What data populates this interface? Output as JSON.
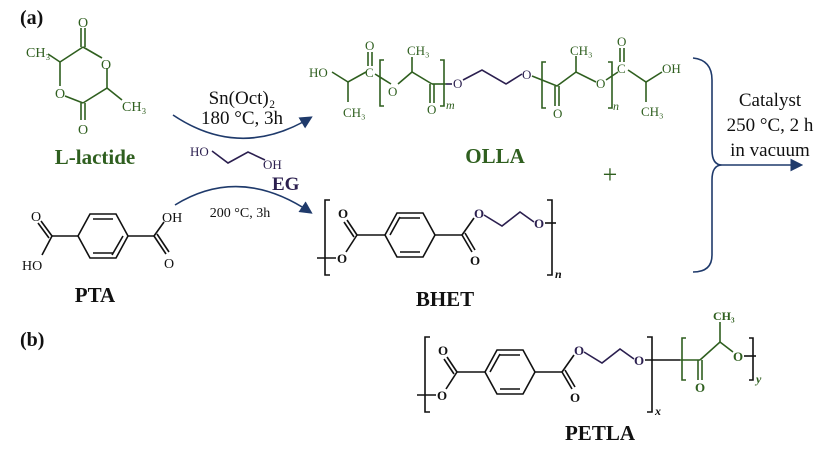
{
  "panels": {
    "a": "(a)",
    "b": "(b)"
  },
  "colors": {
    "green": "#2f5f1f",
    "purple": "#2b1f4f",
    "arrow": "#1f3a6b",
    "black": "#111111"
  },
  "compounds": {
    "lactide": {
      "name": "L-lactide",
      "atom_o": "O",
      "ch3": "CH₃"
    },
    "eg": {
      "name": "EG",
      "ho": "HO",
      "oh": "OH"
    },
    "pta": {
      "name": "PTA",
      "ho": "HO",
      "oh": "OH",
      "o": "O"
    },
    "olla": {
      "name": "OLLA",
      "ho": "HO",
      "oh": "OH",
      "c": "C",
      "o": "O",
      "ch3": "CH₃",
      "sub_m": "m",
      "sub_n": "n"
    },
    "bhet": {
      "name": "BHET",
      "o": "O",
      "sub_n": "n"
    },
    "petla": {
      "name": "PETLA",
      "o": "O",
      "ch3": "CH₃",
      "sub_x": "x",
      "sub_y": "y"
    }
  },
  "reactions": {
    "step1": {
      "catalyst": "Sn(Oct)₂",
      "conditions": "180 °C, 3h"
    },
    "step2": {
      "conditions": "200 °C, 3h"
    },
    "step3": {
      "line1": "Catalyst",
      "line2": "250 °C, 2 h",
      "line3": "in vacuum"
    },
    "plus": "+"
  }
}
